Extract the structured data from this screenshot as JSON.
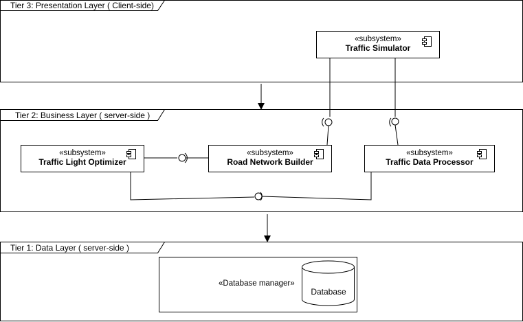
{
  "tiers": {
    "presentation": {
      "title": "Tier 3: Presentation Layer ( Client-side)"
    },
    "business": {
      "title": "Tier 2: Business Layer ( server-side )"
    },
    "data": {
      "title": "Tier 1: Data Layer ( server-side )"
    }
  },
  "components": {
    "traffic_simulator": {
      "stereotype": "«subsystem»",
      "name": "Traffic Simulator"
    },
    "traffic_light_optimizer": {
      "stereotype": "«subsystem»",
      "name": "Traffic Light Optimizer"
    },
    "road_network_builder": {
      "stereotype": "«subsystem»",
      "name": "Road Network Builder"
    },
    "traffic_data_processor": {
      "stereotype": "«subsystem»",
      "name": "Traffic Data Processor"
    }
  },
  "database_manager": {
    "stereotype": "«Database manager»",
    "database_label": "Database"
  }
}
